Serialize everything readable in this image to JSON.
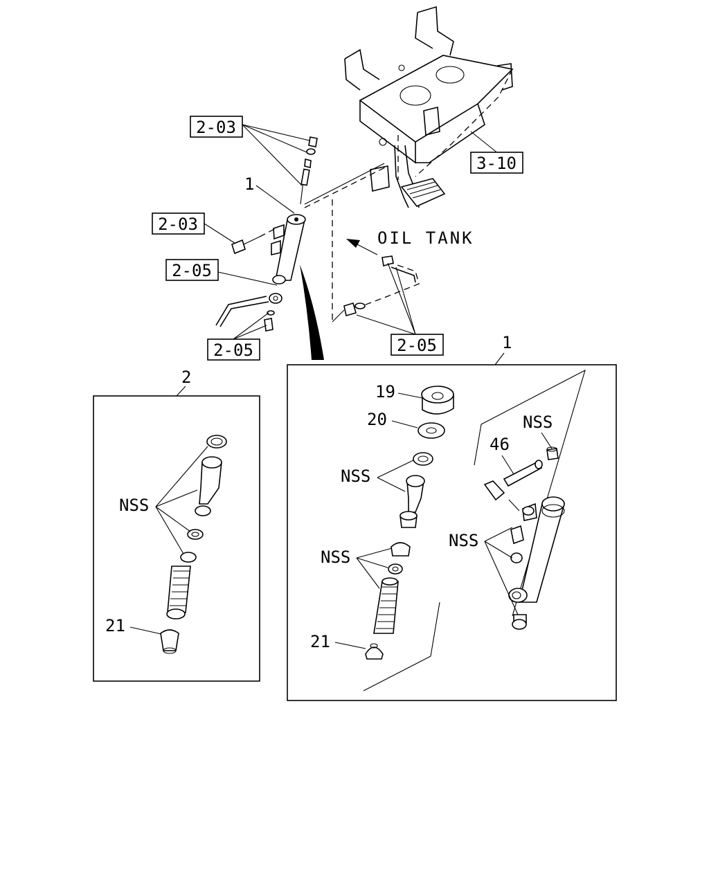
{
  "callouts": {
    "ref_2_03_top": "2-03",
    "ref_2_03_left": "2-03",
    "ref_2_05_left": "2-05",
    "ref_2_05_bottom": "2-05",
    "ref_2_05_right": "2-05",
    "ref_3_10": "3-10",
    "label_1_main": "1",
    "oil_tank": "OIL TANK"
  },
  "panel_2": {
    "number": "2",
    "nss": "NSS",
    "part_21": "21"
  },
  "panel_1": {
    "number": "1",
    "part_19": "19",
    "part_20": "20",
    "part_46": "46",
    "part_21": "21",
    "nss_top_right": "NSS",
    "nss_upper": "NSS",
    "nss_middle": "NSS",
    "nss_right": "NSS"
  }
}
